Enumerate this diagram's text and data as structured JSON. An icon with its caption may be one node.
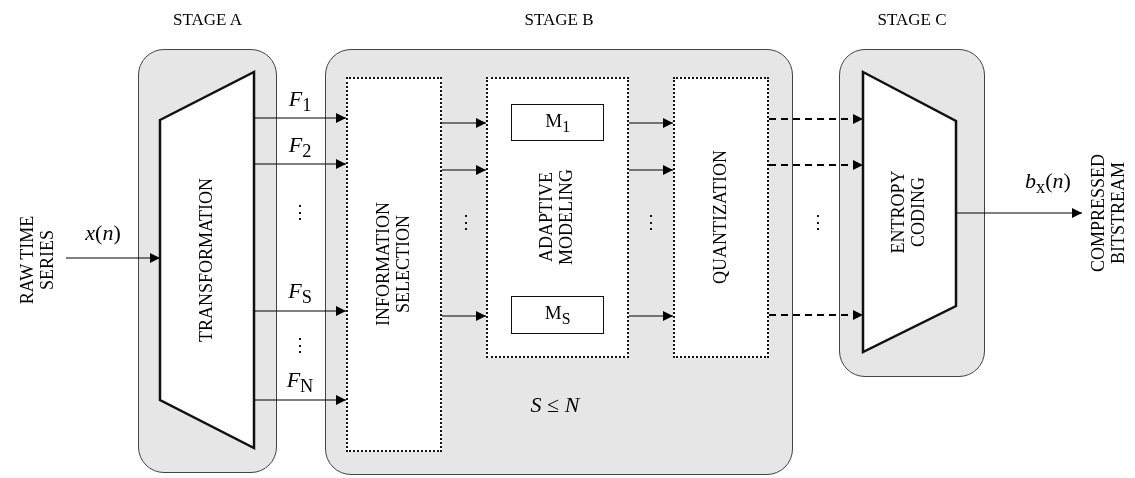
{
  "diagram": {
    "nodes": [
      {
        "text": [
          "STAGE A"
        ]
      },
      {
        "text": [
          "TRANSFORMATION"
        ],
        "in": 0
      },
      {
        "text": [
          "STAGE B"
        ]
      },
      {
        "text": [
          "INFORMATION SELECTION"
        ],
        "in": 2
      },
      {
        "text": [
          "ADAPTIVE MODELING"
        ],
        "in": 2
      },
      {
        "text": [
          "M$_{1}$"
        ],
        "in": 4
      },
      {
        "text": [
          "M$_{S}$"
        ],
        "in": 4
      },
      {
        "text": [
          "QUANTIZATION"
        ],
        "in": 2
      },
      {
        "text": [
          "STAGE C"
        ]
      },
      {
        "text": [
          "ENTROPY CODING"
        ],
        "in": 8
      },
      {
        "text": [
          "RAW TIME SERIES"
        ]
      },
      {
        "text": [
          "COMPRESSED BITSTREAM"
        ]
      }
    ],
    "edges": [
      {
        "from": 10,
        "to": 1,
        "arrow": "to",
        "label": "*x*(*n*)"
      },
      {
        "from": 1,
        "to": 3,
        "arrow": "to",
        "label": "*F*$_{1}$"
      },
      {
        "from": 1,
        "to": 3,
        "arrow": "to",
        "label": "*F*$_{2}$"
      },
      {
        "from": 1,
        "to": 3,
        "arrow": "to",
        "label": "*F*$_{S}$"
      },
      {
        "from": 1,
        "to": 3,
        "arrow": "to",
        "label": "*F*$_{N}$"
      },
      {
        "from": 3,
        "to": 4,
        "arrow": "to"
      },
      {
        "from": 3,
        "to": 4,
        "arrow": "to"
      },
      {
        "from": 3,
        "to": 4,
        "arrow": "to"
      },
      {
        "from": 4,
        "to": 7,
        "arrow": "to"
      },
      {
        "from": 4,
        "to": 7,
        "arrow": "to"
      },
      {
        "from": 4,
        "to": 7,
        "arrow": "to"
      },
      {
        "from": 7,
        "to": 9,
        "arrow": "to",
        "style": "dashed"
      },
      {
        "from": 7,
        "to": 9,
        "arrow": "to",
        "style": "dashed"
      },
      {
        "from": 7,
        "to": 9,
        "arrow": "to",
        "style": "dashed"
      },
      {
        "from": 9,
        "to": 11,
        "arrow": "to",
        "label": "*b*$_{x}$(*n*)"
      }
    ],
    "labels": [
      "⋮",
      "⋮",
      "⋮",
      "⋮",
      "⋮",
      "*S* ≤ *N*"
    ]
  }
}
